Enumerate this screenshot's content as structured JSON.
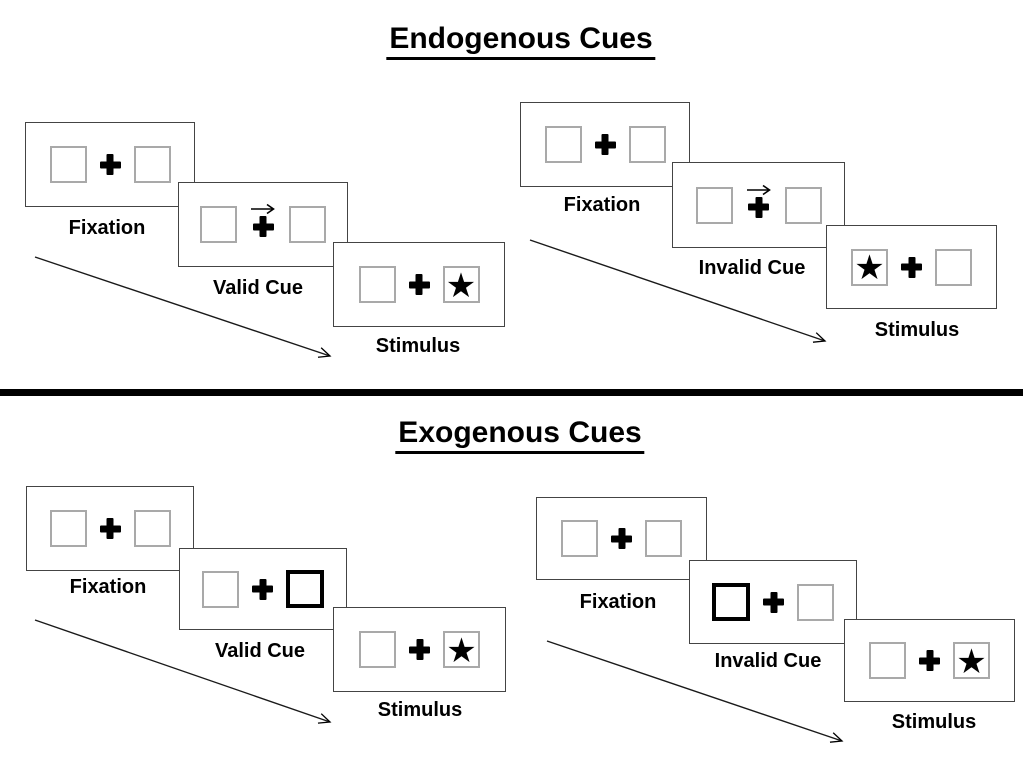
{
  "sections": [
    {
      "title": "Endogenous Cues",
      "cue_style": "central arrow above fixation cross",
      "panels": [
        {
          "name": "valid",
          "steps": [
            {
              "label": "Fixation"
            },
            {
              "label": "Valid Cue"
            },
            {
              "label": "Stimulus"
            }
          ],
          "cue_direction": "right",
          "stimulus_star_side": "right"
        },
        {
          "name": "invalid",
          "steps": [
            {
              "label": "Fixation"
            },
            {
              "label": "Invalid Cue"
            },
            {
              "label": "Stimulus"
            }
          ],
          "cue_direction": "right",
          "stimulus_star_side": "left"
        }
      ]
    },
    {
      "title": "Exogenous Cues",
      "cue_style": "peripheral bold box",
      "panels": [
        {
          "name": "valid",
          "steps": [
            {
              "label": "Fixation"
            },
            {
              "label": "Valid Cue"
            },
            {
              "label": "Stimulus"
            }
          ],
          "cued_box_side": "right",
          "stimulus_star_side": "right"
        },
        {
          "name": "invalid",
          "steps": [
            {
              "label": "Fixation"
            },
            {
              "label": "Invalid Cue"
            },
            {
              "label": "Stimulus"
            }
          ],
          "cued_box_side": "left",
          "stimulus_star_side": "right"
        }
      ]
    }
  ],
  "glyphs": {
    "star": "★"
  },
  "colors": {
    "ink": "#000000",
    "background": "#ffffff",
    "box_border": "#444444",
    "square_border": "#a9a9a9"
  }
}
